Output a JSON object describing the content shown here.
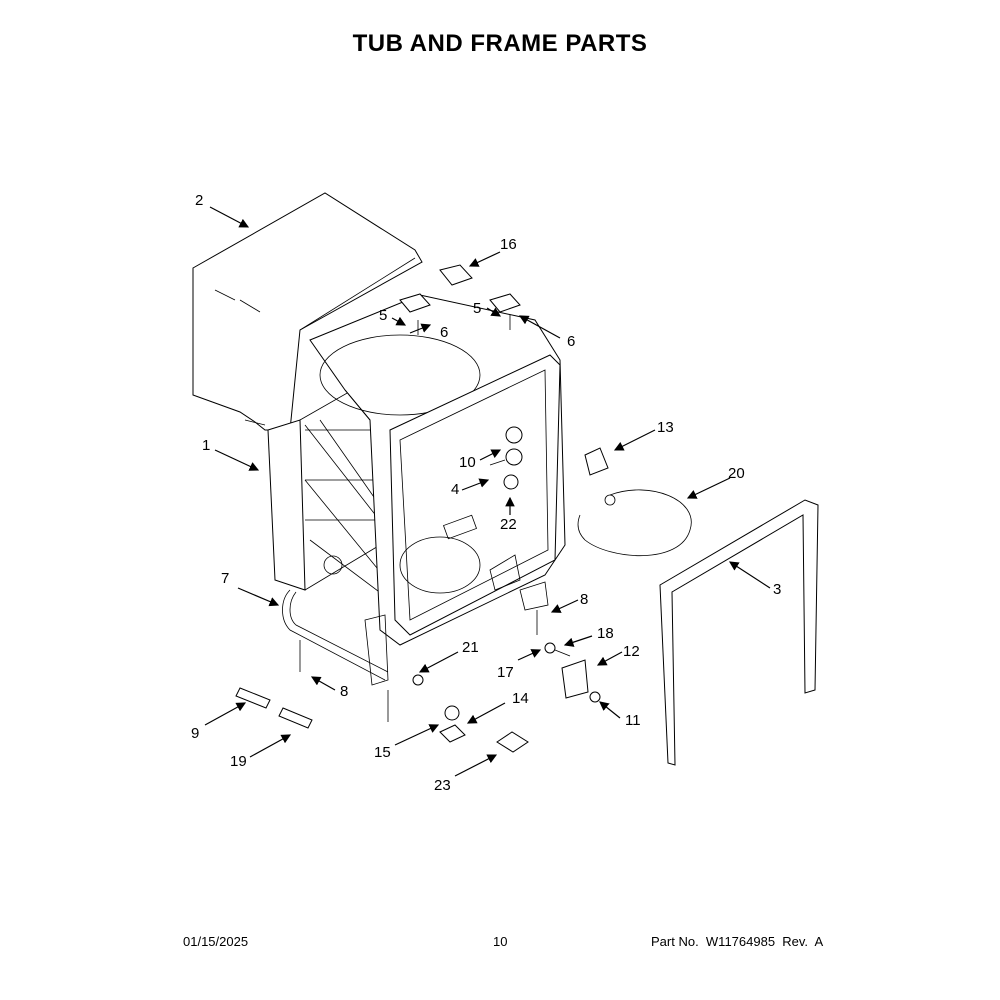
{
  "title": "TUB AND FRAME PARTS",
  "callouts": {
    "c1": "1",
    "c2": "2",
    "c3": "3",
    "c4": "4",
    "c5a": "5",
    "c5b": "5",
    "c6a": "6",
    "c6b": "6",
    "c7": "7",
    "c8a": "8",
    "c8b": "8",
    "c9": "9",
    "c10": "10",
    "c11": "11",
    "c12": "12",
    "c13": "13",
    "c14": "14",
    "c15": "15",
    "c16": "16",
    "c17": "17",
    "c18": "18",
    "c19": "19",
    "c20": "20",
    "c21": "21",
    "c22": "22",
    "c23": "23"
  },
  "footer": {
    "date": "01/15/2025",
    "page": "10",
    "part": "Part No.  W11764985  Rev.  A"
  }
}
